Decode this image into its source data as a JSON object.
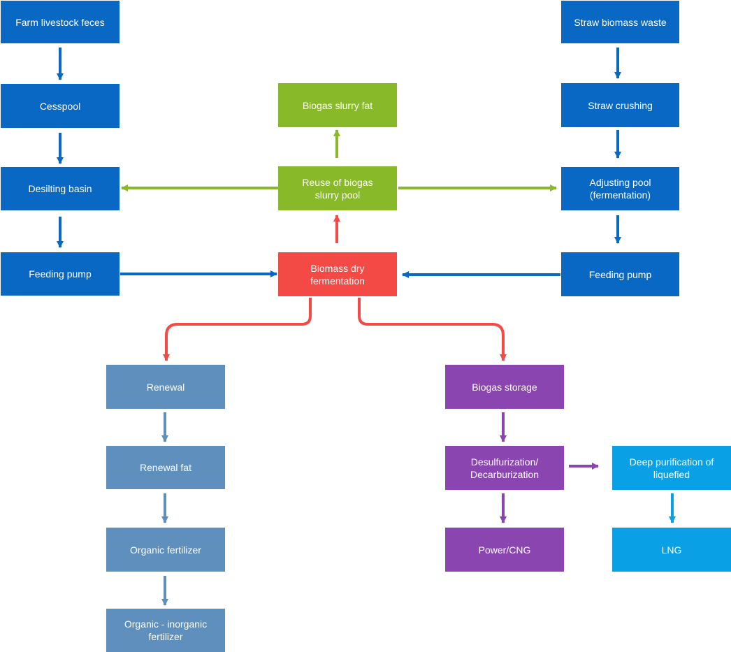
{
  "colors": {
    "blue": "#0868c4",
    "green": "#88b928",
    "red": "#f44a45",
    "steel": "#5f8fbd",
    "purple": "#8a45b1",
    "cyan": "#0aa0e6"
  },
  "nodes": {
    "farm_livestock_feces": "Farm livestock feces",
    "cesspool": "Cesspool",
    "desilting_basin": "Desilting basin",
    "feeding_pump_left": "Feeding pump",
    "straw_biomass_waste": "Straw biomass waste",
    "straw_crushing": "Straw crushing",
    "adjusting_pool": "Adjusting pool\n(fermentation)",
    "feeding_pump_right": "Feeding pump",
    "biogas_slurry_fat": "Biogas slurry fat",
    "reuse_biogas_slurry_pool": "Reuse of biogas\nslurry pool",
    "biomass_dry_fermentation": "Biomass dry fermentation",
    "renewal": "Renewal",
    "renewal_fat": "Renewal fat",
    "organic_fertilizer": "Organic fertilizer",
    "organic_inorganic_fertilizer": "Organic - inorganic\nfertilizer",
    "biogas_storage": "Biogas storage",
    "desulfurization": "Desulfurization/\nDecarburization",
    "power_cng": "Power/CNG",
    "deep_purification": "Deep purification of\nliquefied",
    "lng": "LNG"
  }
}
